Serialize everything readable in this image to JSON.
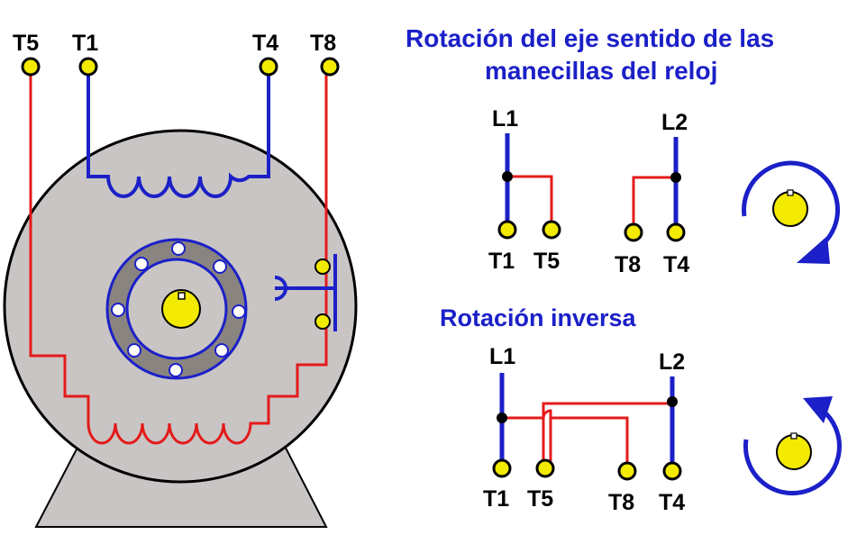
{
  "title": {
    "line1": "Rotación del eje sentido de las",
    "line2": "manecillas del reloj"
  },
  "subtitle": "Rotación inversa",
  "motor": {
    "terminals": [
      "T5",
      "T1",
      "T4",
      "T8"
    ]
  },
  "clockwise": {
    "lines": [
      "L1",
      "L2"
    ],
    "terminals": [
      "T1",
      "T5",
      "T8",
      "T4"
    ]
  },
  "inverse": {
    "lines": [
      "L1",
      "L2"
    ],
    "terminals": [
      "T1",
      "T5",
      "T8",
      "T4"
    ]
  },
  "colors": {
    "blue": "#1b20c8",
    "red": "#e41b1b",
    "yellow": "#f2ea00",
    "motor_body": "#c9c5c4",
    "rotor_ring": "#8a8480"
  }
}
